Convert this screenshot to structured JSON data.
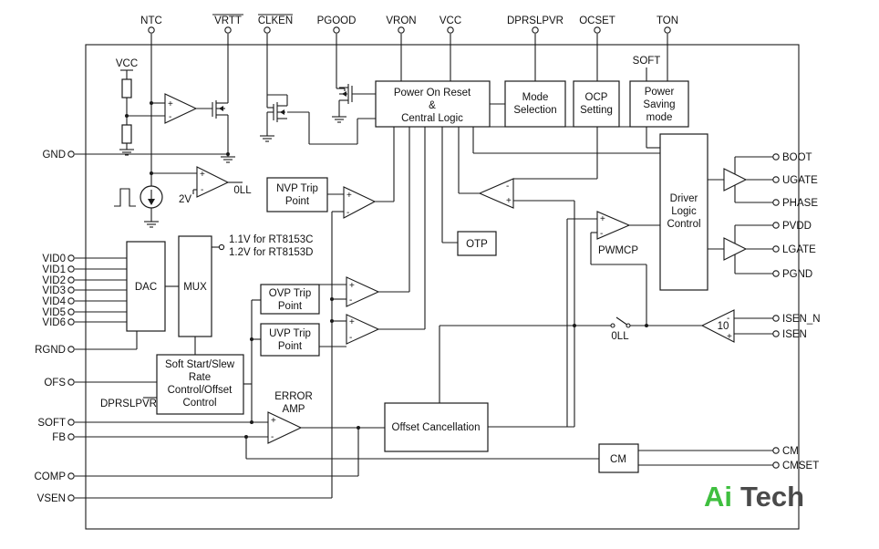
{
  "pins_top": [
    "NTC",
    "VRTT",
    "CLKEN",
    "PGOOD",
    "VRON",
    "VCC",
    "DPRSLPVR",
    "OCSET",
    "TON"
  ],
  "pins_left": [
    "GND",
    "VID0",
    "VID1",
    "VID2",
    "VID3",
    "VID4",
    "VID5",
    "VID6",
    "RGND",
    "OFS",
    "SOFT",
    "FB",
    "COMP",
    "VSEN"
  ],
  "pins_right": [
    "BOOT",
    "UGATE",
    "PHASE",
    "PVDD",
    "LGATE",
    "PGND",
    "ISEN_N",
    "ISEN",
    "CM",
    "CMSET"
  ],
  "blocks": {
    "por_line1": "Power On Reset",
    "por_line2": "&",
    "por_line3": "Central Logic",
    "mode_line1": "Mode",
    "mode_line2": "Selection",
    "ocp_line1": "OCP",
    "ocp_line2": "Setting",
    "psm_line1": "Power",
    "psm_line2": "Saving",
    "psm_line3": "mode",
    "nvp_line1": "NVP Trip",
    "nvp_line2": "Point",
    "otp": "OTP",
    "driver_line1": "Driver",
    "driver_line2": "Logic",
    "driver_line3": "Control",
    "dac": "DAC",
    "mux": "MUX",
    "ovp_line1": "OVP Trip",
    "ovp_line2": "Point",
    "uvp_line1": "UVP Trip",
    "uvp_line2": "Point",
    "ss_line1": "Soft Start/Slew",
    "ss_line2": "Rate",
    "ss_line3": "Control/Offset",
    "ss_line4": "Control",
    "offset": "Offset Cancellation",
    "cm": "CM"
  },
  "labels": {
    "vcc": "VCC",
    "soft": "SOFT",
    "two_v": "2V",
    "zero_ll_top": "0LL",
    "zero_ll_mid": "0LL",
    "mux_note1": "1.1V for RT8153C",
    "mux_note2": "1.2V for RT8153D",
    "pwmcp": "PWMCP",
    "gain": "10",
    "error_amp1": "ERROR",
    "error_amp2": "AMP",
    "dprslpvr_in": "DPRSLPVR",
    "plus": "+",
    "minus": "-"
  },
  "logo": {
    "part1": "Ai",
    "part2": "Tech",
    "color1": "#3fbf3f",
    "color2": "#4a4a4a"
  }
}
